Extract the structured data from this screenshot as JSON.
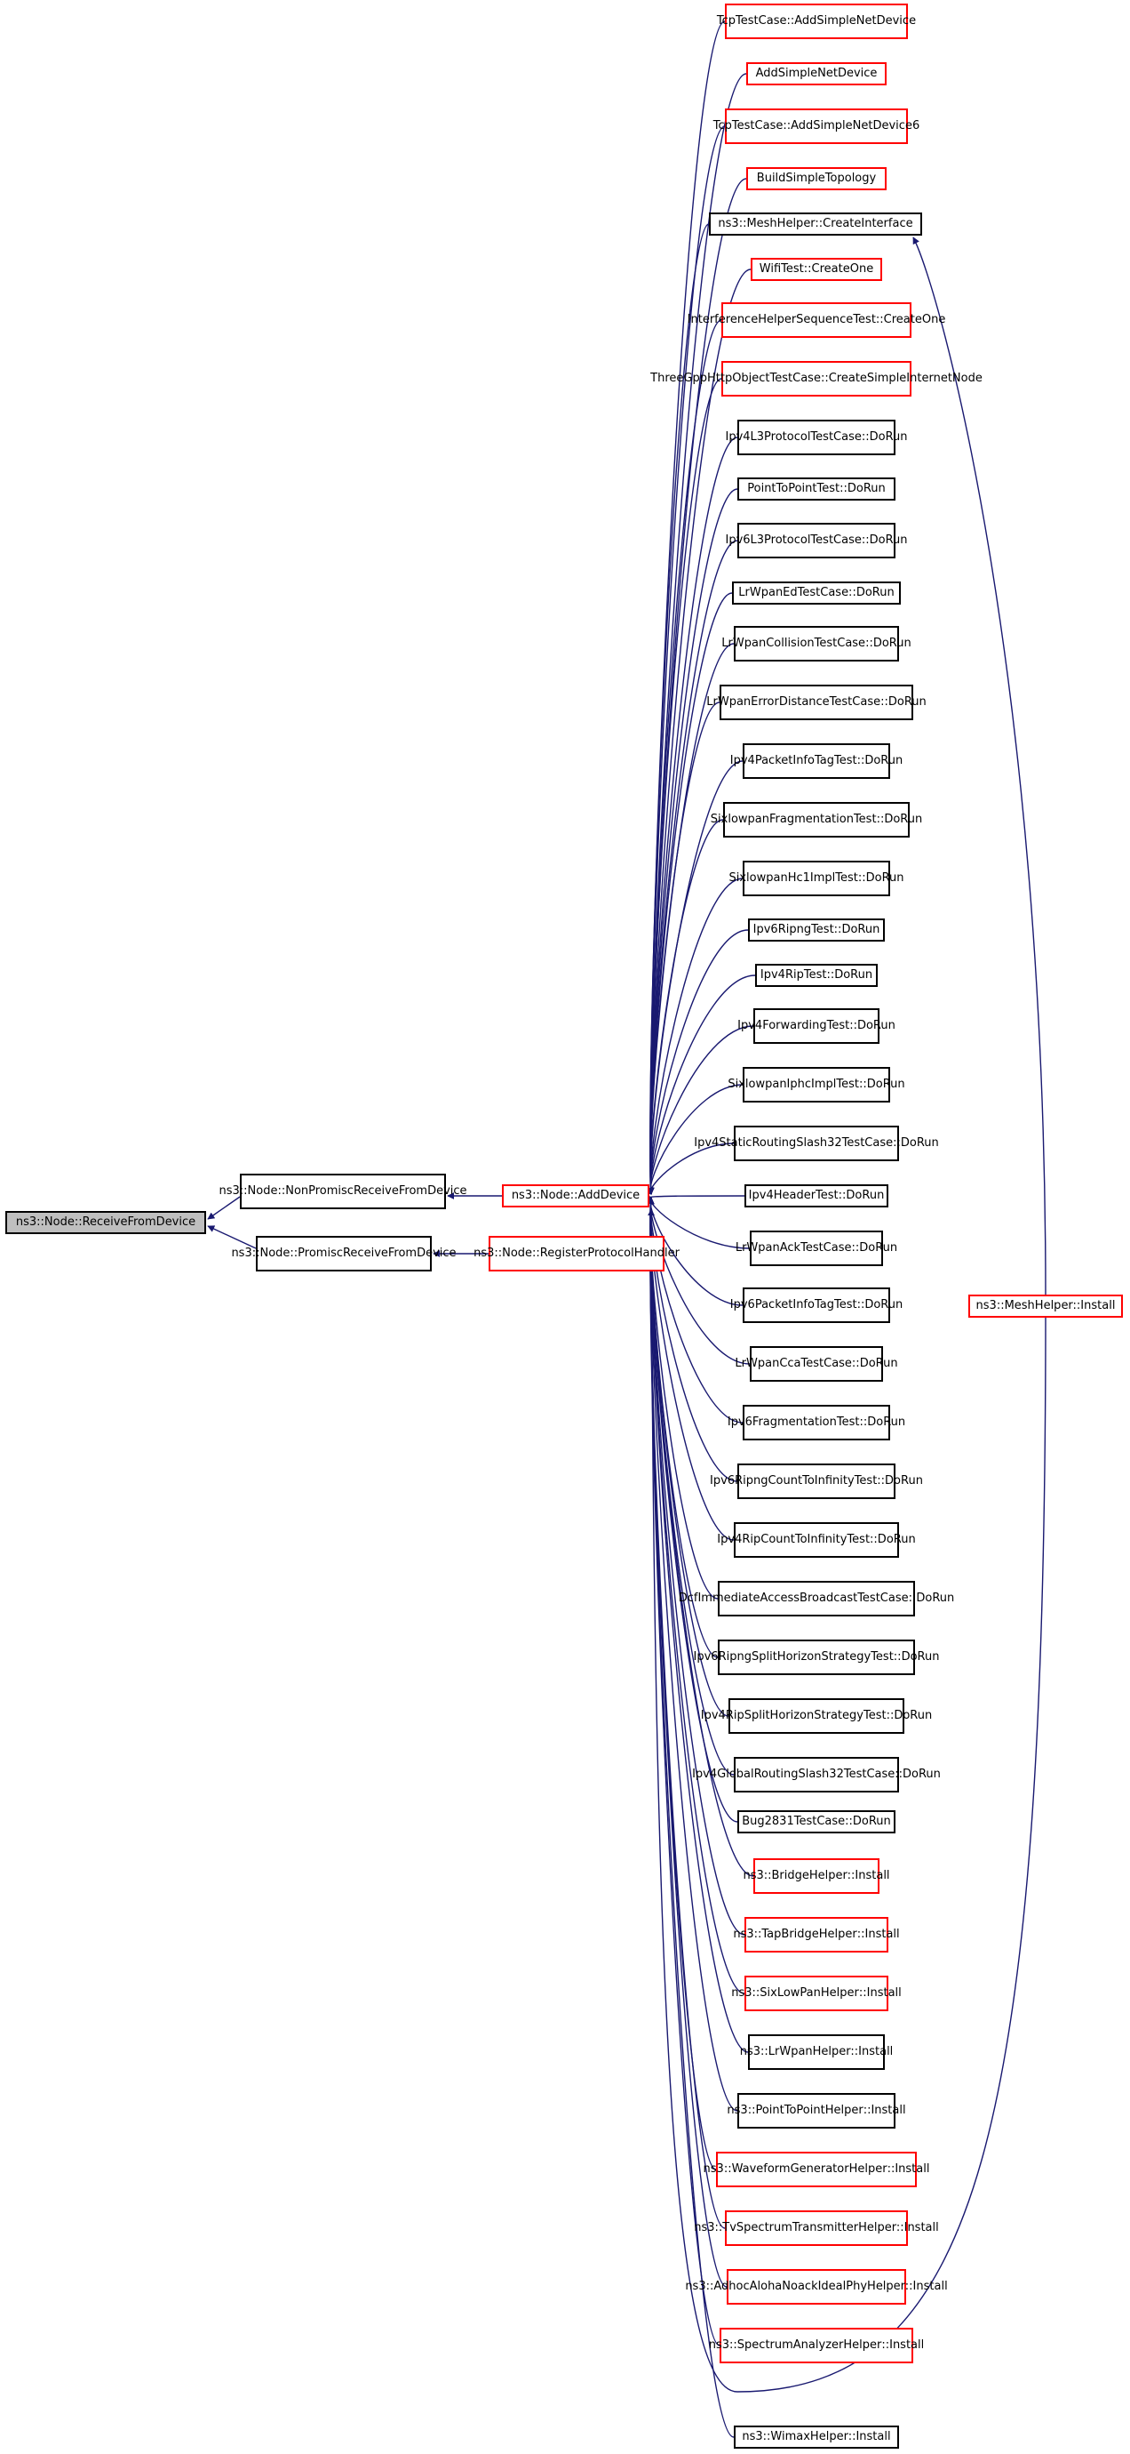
{
  "edge_color": "#191970",
  "border_colors": {
    "black": "#000000",
    "red": "#ff0000",
    "gray_fill": "#bfbfbf"
  },
  "nodes": {
    "receive": {
      "lines": [
        "ns3::Node::ReceiveFromDevice"
      ],
      "border": "black",
      "fill": "gray"
    },
    "nonpromisc": {
      "lines": [
        "ns3::Node::NonPromiscReceive",
        "FromDevice"
      ],
      "border": "black"
    },
    "promisc": {
      "lines": [
        "ns3::Node::PromiscReceive",
        "FromDevice"
      ],
      "border": "black"
    },
    "adddevice": {
      "lines": [
        "ns3::Node::AddDevice"
      ],
      "border": "red"
    },
    "registerproto": {
      "lines": [
        "ns3::Node::RegisterProtocol",
        "Handler"
      ],
      "border": "red"
    },
    "meshinstall": {
      "lines": [
        "ns3::MeshHelper::Install"
      ],
      "border": "red"
    },
    "c0": {
      "lines": [
        "TcpTestCase::AddSimpleNet",
        "Device"
      ],
      "border": "red"
    },
    "c1": {
      "lines": [
        "AddSimpleNetDevice"
      ],
      "border": "red"
    },
    "c2": {
      "lines": [
        "TcpTestCase::AddSimpleNet",
        "Device6"
      ],
      "border": "red"
    },
    "c3": {
      "lines": [
        "BuildSimpleTopology"
      ],
      "border": "red"
    },
    "c4": {
      "lines": [
        "ns3::MeshHelper::CreateInterface"
      ],
      "border": "black"
    },
    "c5": {
      "lines": [
        "WifiTest::CreateOne"
      ],
      "border": "red"
    },
    "c6": {
      "lines": [
        "InterferenceHelperSequence",
        "Test::CreateOne"
      ],
      "border": "red"
    },
    "c7": {
      "lines": [
        "ThreeGppHttpObjectTestCase",
        "::CreateSimpleInternetNode"
      ],
      "border": "red"
    },
    "c8": {
      "lines": [
        "Ipv4L3ProtocolTestCase",
        "::DoRun"
      ],
      "border": "black"
    },
    "c9": {
      "lines": [
        "PointToPointTest::DoRun"
      ],
      "border": "black"
    },
    "c10": {
      "lines": [
        "Ipv6L3ProtocolTestCase",
        "::DoRun"
      ],
      "border": "black"
    },
    "c11": {
      "lines": [
        "LrWpanEdTestCase::DoRun"
      ],
      "border": "black"
    },
    "c12": {
      "lines": [
        "LrWpanCollisionTestCase",
        "::DoRun"
      ],
      "border": "black"
    },
    "c13": {
      "lines": [
        "LrWpanErrorDistanceTestCase",
        "::DoRun"
      ],
      "border": "black"
    },
    "c14": {
      "lines": [
        "Ipv4PacketInfoTagTest",
        "::DoRun"
      ],
      "border": "black"
    },
    "c15": {
      "lines": [
        "SixlowpanFragmentationTest",
        "::DoRun"
      ],
      "border": "black"
    },
    "c16": {
      "lines": [
        "SixlowpanHc1ImplTest",
        "::DoRun"
      ],
      "border": "black"
    },
    "c17": {
      "lines": [
        "Ipv6RipngTest::DoRun"
      ],
      "border": "black"
    },
    "c18": {
      "lines": [
        "Ipv4RipTest::DoRun"
      ],
      "border": "black"
    },
    "c19": {
      "lines": [
        "Ipv4ForwardingTest",
        "::DoRun"
      ],
      "border": "black"
    },
    "c20": {
      "lines": [
        "SixlowpanIphcImplTest",
        "::DoRun"
      ],
      "border": "black"
    },
    "c21": {
      "lines": [
        "Ipv4StaticRoutingSlash32",
        "TestCase::DoRun"
      ],
      "border": "black"
    },
    "c22": {
      "lines": [
        "Ipv4HeaderTest::DoRun"
      ],
      "border": "black"
    },
    "c23": {
      "lines": [
        "LrWpanAckTestCase::",
        "DoRun"
      ],
      "border": "black"
    },
    "c24": {
      "lines": [
        "Ipv6PacketInfoTagTest",
        "::DoRun"
      ],
      "border": "black"
    },
    "c25": {
      "lines": [
        "LrWpanCcaTestCase::",
        "DoRun"
      ],
      "border": "black"
    },
    "c26": {
      "lines": [
        "Ipv6FragmentationTest",
        "::DoRun"
      ],
      "border": "black"
    },
    "c27": {
      "lines": [
        "Ipv6RipngCountToInfinity",
        "Test::DoRun"
      ],
      "border": "black"
    },
    "c28": {
      "lines": [
        "Ipv4RipCountToInfinityTest",
        "::DoRun"
      ],
      "border": "black"
    },
    "c29": {
      "lines": [
        "DcfImmediateAccessBroadcast",
        "TestCase::DoRun"
      ],
      "border": "black"
    },
    "c30": {
      "lines": [
        "Ipv6RipngSplitHorizonStrategy",
        "Test::DoRun"
      ],
      "border": "black"
    },
    "c31": {
      "lines": [
        "Ipv4RipSplitHorizonStrategy",
        "Test::DoRun"
      ],
      "border": "black"
    },
    "c32": {
      "lines": [
        "Ipv4GlobalRoutingSlash32",
        "TestCase::DoRun"
      ],
      "border": "black"
    },
    "c33": {
      "lines": [
        "Bug2831TestCase::DoRun"
      ],
      "border": "black"
    },
    "c34": {
      "lines": [
        "ns3::BridgeHelper::",
        "Install"
      ],
      "border": "red"
    },
    "c35": {
      "lines": [
        "ns3::TapBridgeHelper",
        "::Install"
      ],
      "border": "red"
    },
    "c36": {
      "lines": [
        "ns3::SixLowPanHelper",
        "::Install"
      ],
      "border": "red"
    },
    "c37": {
      "lines": [
        "ns3::LrWpanHelper::",
        "Install"
      ],
      "border": "black"
    },
    "c38": {
      "lines": [
        "ns3::PointToPointHelper",
        "::Install"
      ],
      "border": "black"
    },
    "c39": {
      "lines": [
        "ns3::WaveformGeneratorHelper",
        "::Install"
      ],
      "border": "red"
    },
    "c40": {
      "lines": [
        "ns3::TvSpectrumTransmitter",
        "Helper::Install"
      ],
      "border": "red"
    },
    "c41": {
      "lines": [
        "ns3::AdhocAlohaNoackIdeal",
        "PhyHelper::Install"
      ],
      "border": "red"
    },
    "c42": {
      "lines": [
        "ns3::SpectrumAnalyzerHelper",
        "::Install"
      ],
      "border": "red"
    },
    "c43": {
      "lines": [
        "ns3::WimaxHelper::Install"
      ],
      "border": "black"
    }
  }
}
